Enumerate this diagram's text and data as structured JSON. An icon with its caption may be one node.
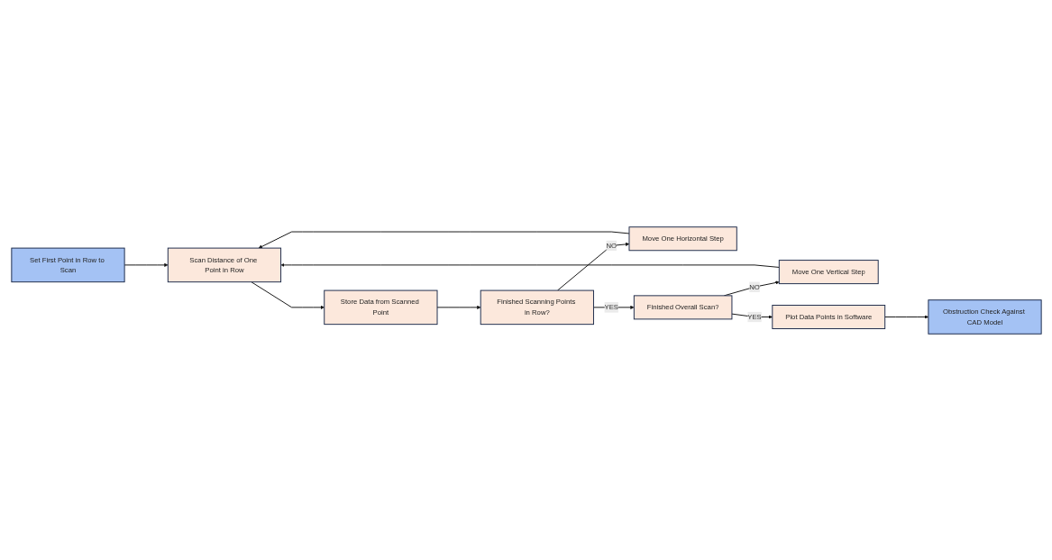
{
  "diagram": {
    "nodes": [
      {
        "text": [
          "Set First Point in Row to Scan"
        ]
      },
      {
        "text": [
          "Scan Distance of One Point in Row"
        ]
      },
      {
        "text": [
          "Store Data from Scanned Point"
        ]
      },
      {
        "text": [
          "Finished Scanning Points in Row?"
        ]
      },
      {
        "text": [
          "Move One Horizontal Step"
        ]
      },
      {
        "text": [
          "Finished Overall Scan?"
        ]
      },
      {
        "text": [
          "Move One Vertical Step"
        ]
      },
      {
        "text": [
          "Plot Data Points in Software"
        ]
      },
      {
        "text": [
          "Obstruction Check Against CAD Model"
        ]
      }
    ],
    "edges": [
      {
        "from": 0,
        "to": 1,
        "arrow": "to"
      },
      {
        "from": 1,
        "to": 2,
        "arrow": "to"
      },
      {
        "from": 2,
        "to": 3,
        "arrow": "to"
      },
      {
        "from": 3,
        "to": 4,
        "arrow": "to",
        "label": "NO"
      },
      {
        "from": 4,
        "to": 1,
        "arrow": "to"
      },
      {
        "from": 3,
        "to": 5,
        "arrow": "to",
        "label": "YES"
      },
      {
        "from": 5,
        "to": 6,
        "arrow": "to",
        "label": "NO"
      },
      {
        "from": 6,
        "to": 1,
        "arrow": "to"
      },
      {
        "from": 5,
        "to": 7,
        "arrow": "to",
        "label": "YES"
      },
      {
        "from": 7,
        "to": 8,
        "arrow": "to"
      }
    ]
  }
}
